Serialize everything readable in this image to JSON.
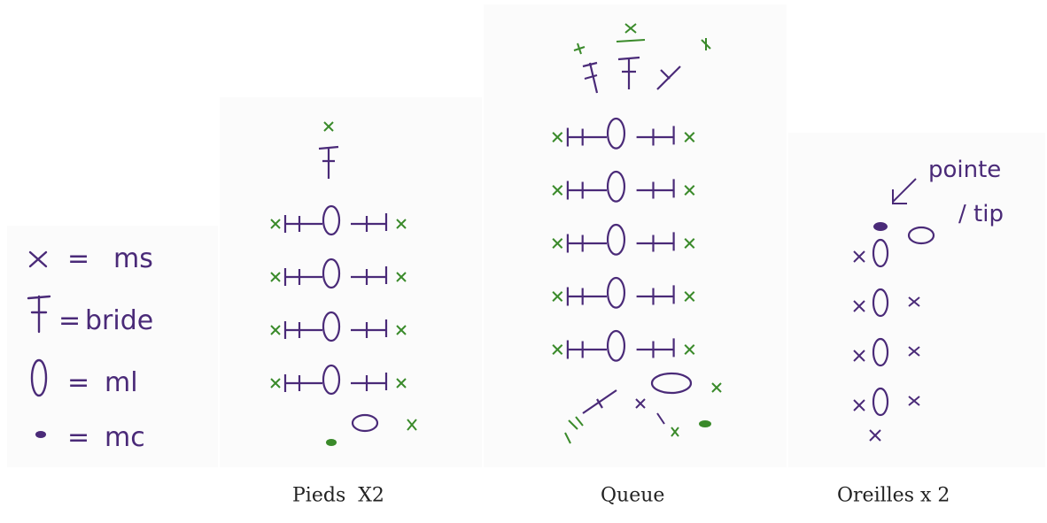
{
  "colors": {
    "purple": "#4a2a78",
    "green": "#3a8a2a",
    "black": "#222222"
  },
  "legend": {
    "items": [
      {
        "symbol": "x",
        "equals": "=",
        "meaning": "ms"
      },
      {
        "symbol": "F",
        "equals": "=",
        "meaning": "bride"
      },
      {
        "symbol": "0",
        "equals": "=",
        "meaning": "ml"
      },
      {
        "symbol": "•",
        "equals": "=",
        "meaning": "mc"
      }
    ]
  },
  "captions": {
    "pieds": "Pieds  X2",
    "queue": "Queue",
    "oreilles": "Oreilles x 2"
  },
  "oreilles": {
    "annotation_line1": "pointe",
    "annotation_line2": "/ tip"
  }
}
